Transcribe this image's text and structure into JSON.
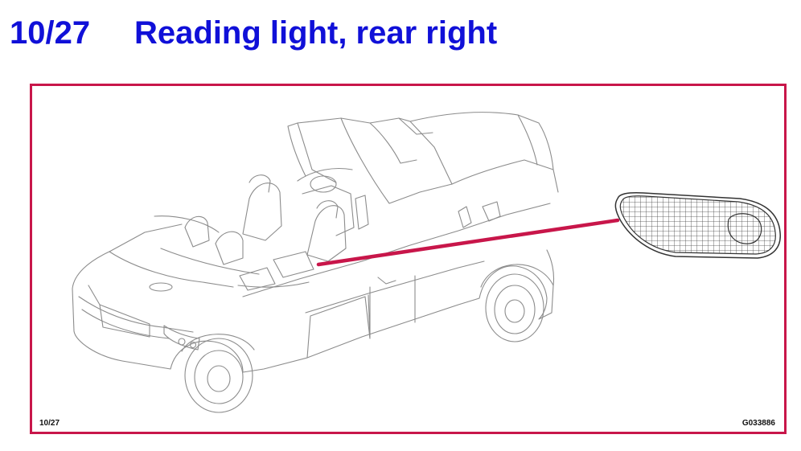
{
  "heading": {
    "number": "10/27",
    "title": "Reading light, rear right",
    "color": "#1010d8"
  },
  "figure": {
    "page_ref": "10/27",
    "code": "G033886",
    "frame_color": "#c8164a",
    "leader_color": "#c8164a",
    "line_color": "#8c8c8c",
    "subject_icon": "convertible-car-icon",
    "detail_icon": "reading-light-lens-icon"
  }
}
